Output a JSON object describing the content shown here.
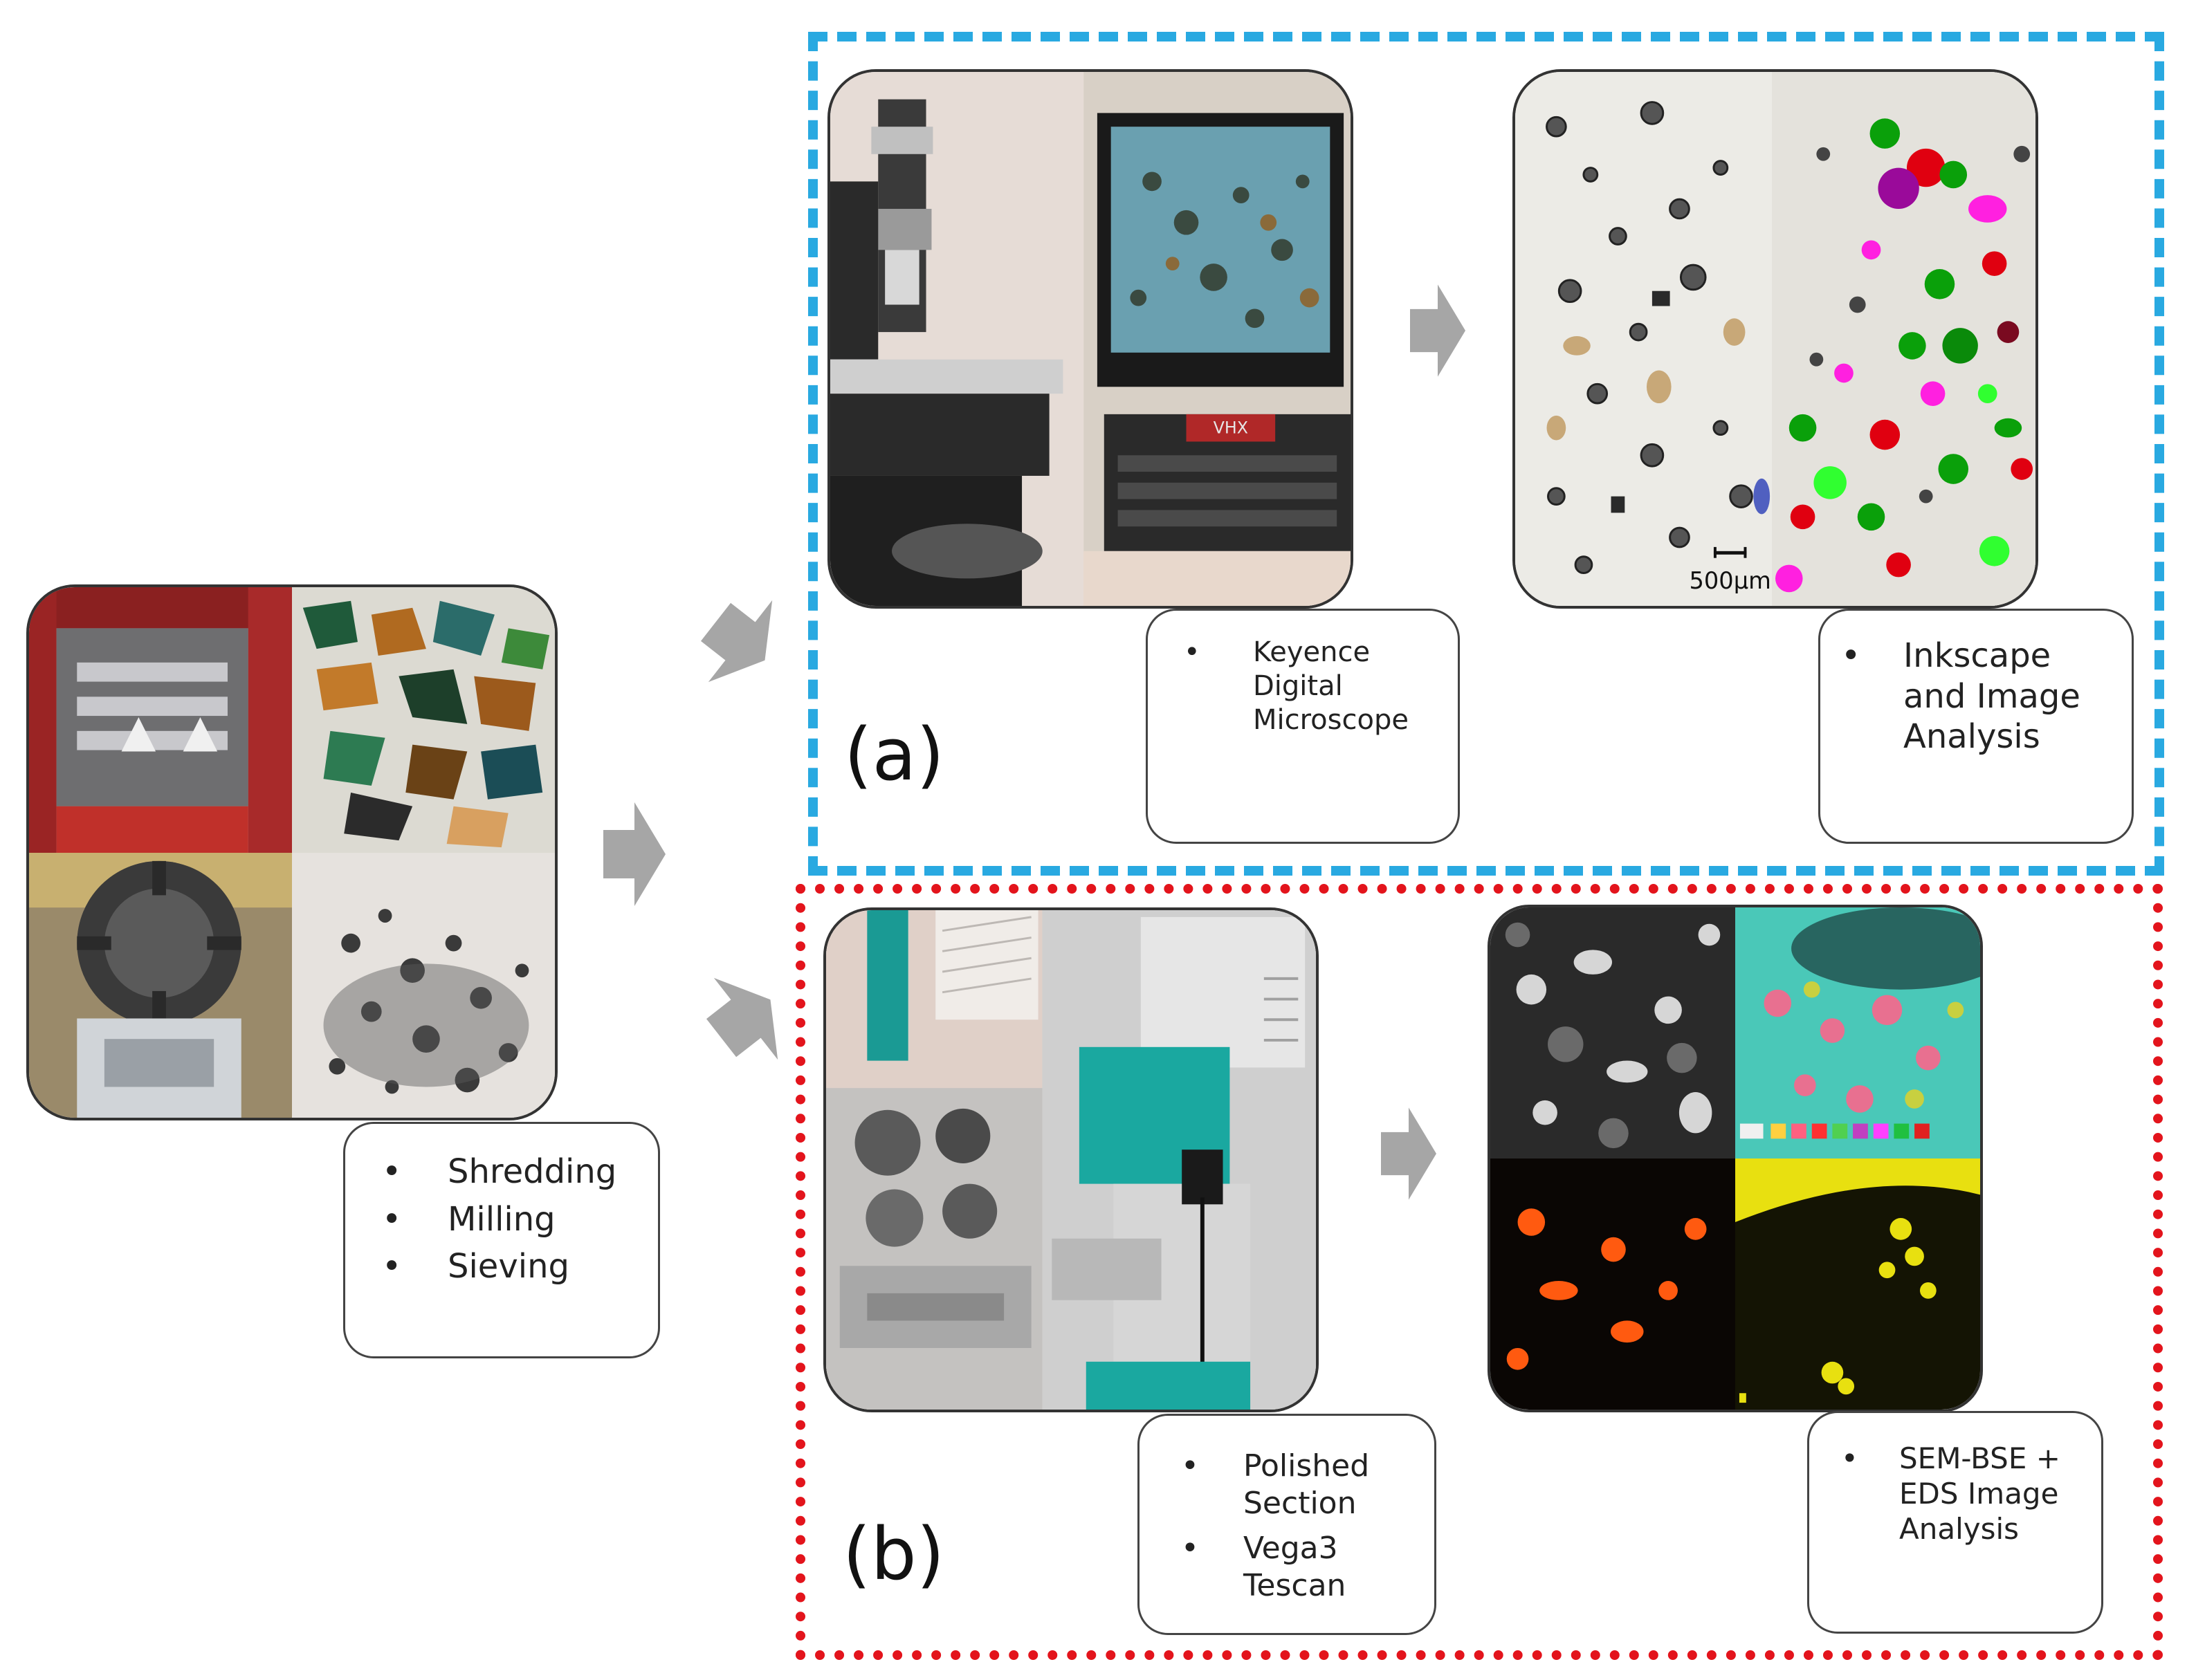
{
  "steps": {
    "prep": {
      "items": [
        "Shredding",
        "Milling",
        "Sieving"
      ]
    },
    "a": {
      "letter": "(a)",
      "microscope": {
        "items": [
          "Keyence Digital Microscope"
        ]
      },
      "analysis": {
        "items": [
          "Inkscape and Image Analysis"
        ]
      },
      "scale_bar": "500μm",
      "keyboard_brand": "VHX"
    },
    "b": {
      "letter": "(b)",
      "sem": {
        "items": [
          "Polished Section",
          "Vega3 Tescan"
        ]
      },
      "analysis": {
        "items": [
          "SEM-BSE + EDS Image Analysis"
        ]
      }
    }
  },
  "colors": {
    "frame_a": "#29a9e1",
    "frame_b": "#e3141c",
    "arrow": "#a6a6a6"
  }
}
